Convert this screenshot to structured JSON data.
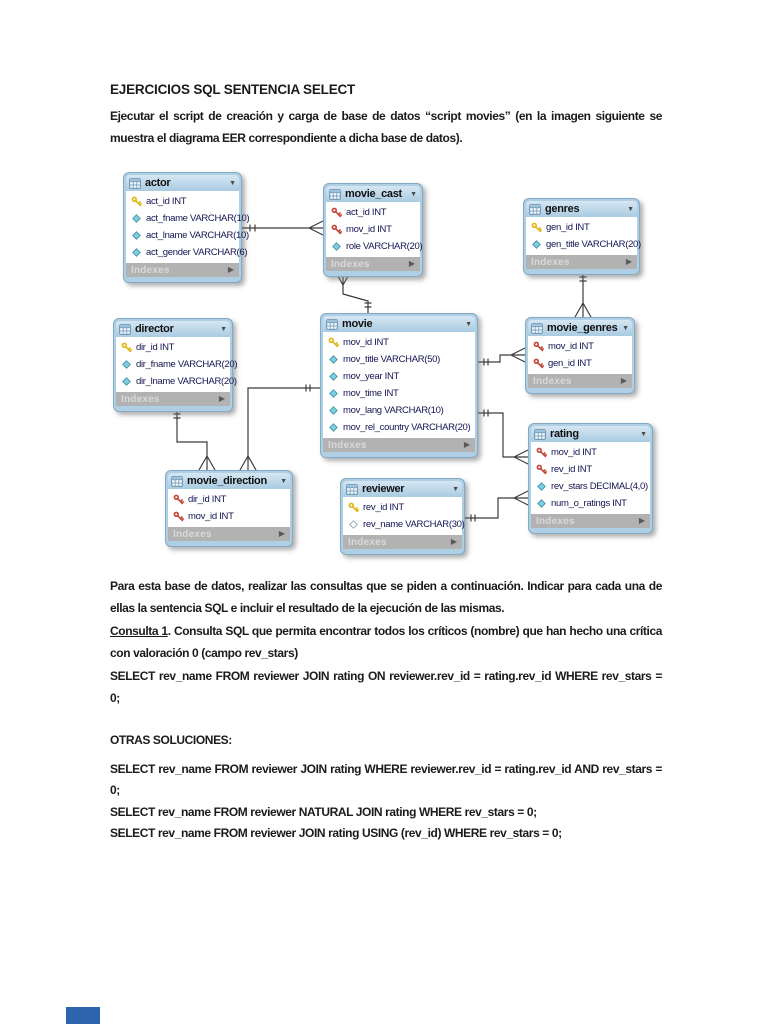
{
  "doc": {
    "title": "EJERCICIOS SQL SENTENCIA SELECT",
    "intro": "Ejecutar el script de creación y carga de base de datos “script movies” (en la imagen siguiente se muestra el diagrama EER correspondiente a dicha base de datos).",
    "para_consultas": "Para esta base de datos, realizar las consultas que se piden a continuación. Indicar para cada una de ellas la sentencia SQL e incluir el resultado de la ejecución de las mismas.",
    "consulta1": {
      "label": "Consulta 1",
      "text": ". Consulta SQL que permita encontrar todos los críticos (nombre) que han hecho una crítica con valoración 0 (campo rev_stars)"
    },
    "sql_main": "SELECT rev_name FROM reviewer JOIN rating ON reviewer.rev_id = rating.rev_id WHERE rev_stars = 0;",
    "otras_label": "OTRAS SOLUCIONES:",
    "sql_alt1": "SELECT rev_name FROM reviewer JOIN rating WHERE reviewer.rev_id = rating.rev_id AND rev_stars = 0;",
    "sql_alt2": "SELECT rev_name FROM reviewer NATURAL JOIN rating WHERE rev_stars = 0;",
    "sql_alt3": "SELECT rev_name FROM reviewer JOIN rating USING (rev_id) WHERE rev_stars = 0;"
  },
  "diagram": {
    "footer_label": "Indexes",
    "colors": {
      "header_blue": "#aecfe4",
      "footer_gray": "#b2b2b2",
      "pk_key": "#e2b612",
      "fk_key": "#c44536",
      "attr_diamond": "#7ed0e0",
      "line": "#3c3c3c"
    },
    "tables": [
      {
        "id": "actor",
        "title": "actor",
        "columns": [
          {
            "icon": "pk-key-icon",
            "text": "act_id INT"
          },
          {
            "icon": "attr-diamond-icon",
            "text": "act_fname VARCHAR(10)"
          },
          {
            "icon": "attr-diamond-icon",
            "text": "act_lname VARCHAR(10)"
          },
          {
            "icon": "attr-diamond-icon",
            "text": "act_gender VARCHAR(6)"
          }
        ]
      },
      {
        "id": "movie_cast",
        "title": "movie_cast",
        "columns": [
          {
            "icon": "fk-key-icon",
            "text": "act_id INT"
          },
          {
            "icon": "fk-key-icon",
            "text": "mov_id INT"
          },
          {
            "icon": "attr-diamond-icon",
            "text": "role VARCHAR(20)"
          }
        ]
      },
      {
        "id": "genres",
        "title": "genres",
        "columns": [
          {
            "icon": "pk-key-icon",
            "text": "gen_id INT"
          },
          {
            "icon": "attr-diamond-icon",
            "text": "gen_title VARCHAR(20)"
          }
        ]
      },
      {
        "id": "director",
        "title": "director",
        "columns": [
          {
            "icon": "pk-key-icon",
            "text": "dir_id INT"
          },
          {
            "icon": "attr-diamond-icon",
            "text": "dir_fname VARCHAR(20)"
          },
          {
            "icon": "attr-diamond-icon",
            "text": "dir_lname VARCHAR(20)"
          }
        ]
      },
      {
        "id": "movie",
        "title": "movie",
        "columns": [
          {
            "icon": "pk-key-icon",
            "text": "mov_id INT"
          },
          {
            "icon": "attr-diamond-icon",
            "text": "mov_title VARCHAR(50)"
          },
          {
            "icon": "attr-diamond-icon",
            "text": "mov_year INT"
          },
          {
            "icon": "attr-diamond-icon",
            "text": "mov_time INT"
          },
          {
            "icon": "attr-diamond-icon",
            "text": "mov_lang VARCHAR(10)"
          },
          {
            "icon": "attr-diamond-icon",
            "text": "mov_rel_country VARCHAR(20)"
          }
        ]
      },
      {
        "id": "movie_genres",
        "title": "movie_genres",
        "columns": [
          {
            "icon": "fk-key-icon",
            "text": "mov_id INT"
          },
          {
            "icon": "fk-key-icon",
            "text": "gen_id INT"
          }
        ]
      },
      {
        "id": "rating",
        "title": "rating",
        "columns": [
          {
            "icon": "fk-key-icon",
            "text": "mov_id INT"
          },
          {
            "icon": "fk-key-icon",
            "text": "rev_id INT"
          },
          {
            "icon": "attr-diamond-icon",
            "text": "rev_stars DECIMAL(4,0)"
          },
          {
            "icon": "attr-diamond-icon",
            "text": "num_o_ratings INT"
          }
        ]
      },
      {
        "id": "movie_direction",
        "title": "movie_direction",
        "columns": [
          {
            "icon": "fk-key-icon",
            "text": "dir_id INT"
          },
          {
            "icon": "fk-key-icon",
            "text": "mov_id INT"
          }
        ]
      },
      {
        "id": "reviewer",
        "title": "reviewer",
        "columns": [
          {
            "icon": "pk-key-icon",
            "text": "rev_id INT"
          },
          {
            "icon": "attr-diamond-hollow-icon",
            "text": "rev_name VARCHAR(30)"
          }
        ]
      }
    ]
  }
}
